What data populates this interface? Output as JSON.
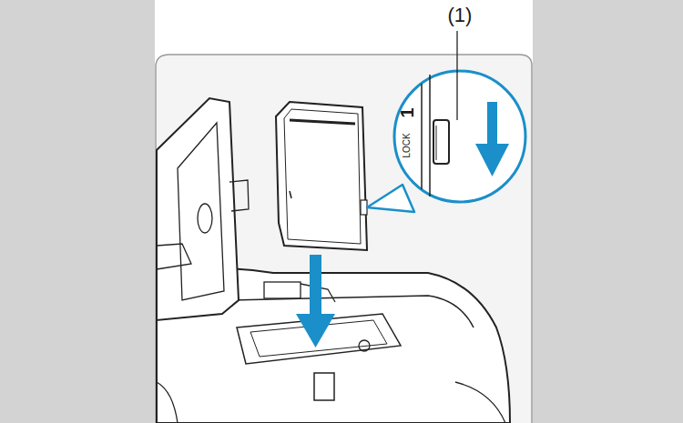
{
  "diagram": {
    "labels": [
      "(1)",
      "1",
      "LOCK"
    ]
  }
}
